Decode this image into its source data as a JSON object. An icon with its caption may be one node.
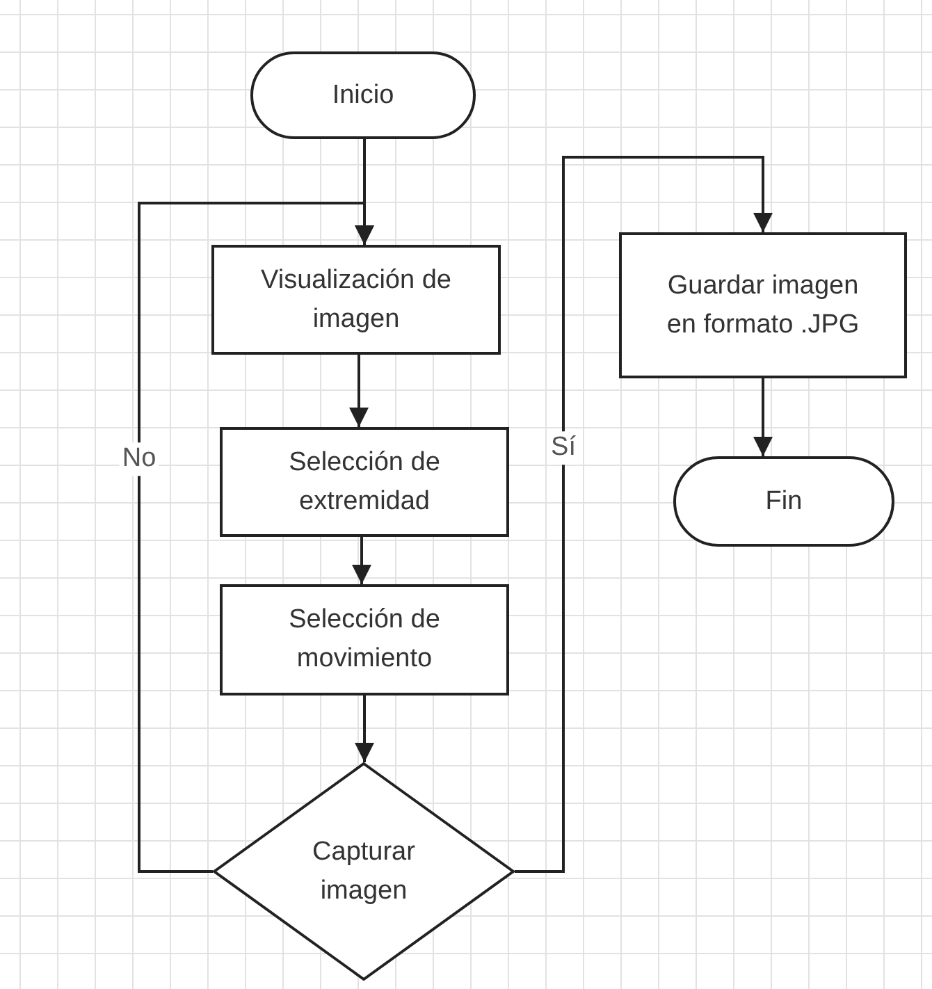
{
  "diagram": {
    "nodes": [
      {
        "text": [
          "Inicio"
        ]
      },
      {
        "text": [
          "Visualización de imagen"
        ]
      },
      {
        "text": [
          "Selección de extremidad"
        ]
      },
      {
        "text": [
          "Selección de movimiento"
        ]
      },
      {
        "text": [
          "Capturar imagen"
        ]
      },
      {
        "text": [
          "Guardar imagen en formato .JPG"
        ]
      },
      {
        "text": [
          "Fin"
        ]
      }
    ],
    "edges": [
      {
        "from": 0,
        "to": 1,
        "arrow": "to"
      },
      {
        "from": 1,
        "to": 2,
        "arrow": "to"
      },
      {
        "from": 2,
        "to": 3,
        "arrow": "to"
      },
      {
        "from": 3,
        "to": 4,
        "arrow": "to"
      },
      {
        "from": 4,
        "to": 1,
        "arrow": "to",
        "label": "No"
      },
      {
        "from": 4,
        "to": 5,
        "arrow": "to",
        "label": "Sí"
      },
      {
        "from": 5,
        "to": 6,
        "arrow": "to"
      }
    ]
  }
}
